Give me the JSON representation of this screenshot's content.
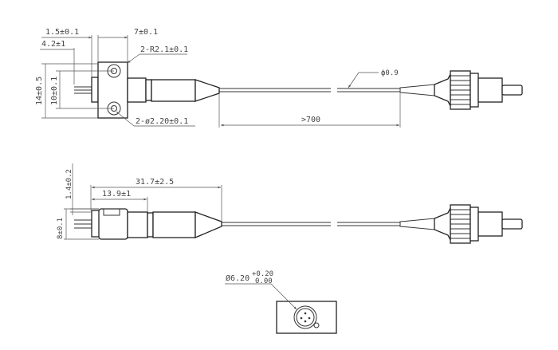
{
  "top_view": {
    "dim_flange_offset": "1.5±0.1",
    "dim_flange_width": "7±0.1",
    "dim_pin_length": "4.2±1",
    "dim_corner_radius": "2-R2.1±0.1",
    "dim_height": "14±0.5",
    "dim_hole_spacing": "10±0.1",
    "dim_hole_diameter": "2-ø2.20±0.1",
    "dim_fiber_diameter": "ф0.9",
    "dim_fiber_length": ">700"
  },
  "side_view": {
    "dim_pin_offset": "1.4±0.2",
    "dim_total_length": "31.7±2.5",
    "dim_body_length": "13.9±1",
    "dim_height": "8±0.1"
  },
  "end_view": {
    "dim_diameter": "Ø6.20",
    "tol_upper": "+0.20",
    "tol_lower": "0.00"
  }
}
